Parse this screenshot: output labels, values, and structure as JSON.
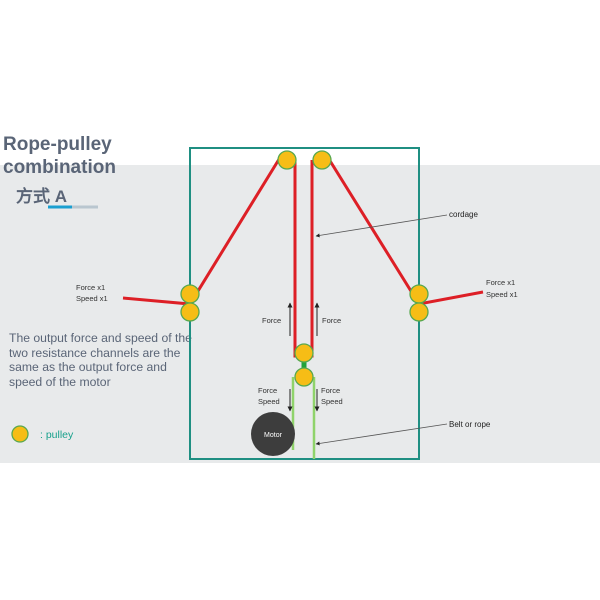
{
  "title_line1": "Rope-pulley",
  "title_line2": "combination",
  "subtitle": "方式 A",
  "description": "The output force and speed of the two resistance channels are the same as the output force and speed of the motor",
  "legend": {
    "label": ": pulley",
    "icon": "pulley-icon"
  },
  "labels": {
    "left_force": "Force x1",
    "left_speed": "Speed x1",
    "right_force": "Force x1",
    "right_speed": "Speed x1",
    "force_left": "Force",
    "force_right": "Force",
    "lower_force_left": "Force",
    "lower_speed_left": "Speed",
    "lower_force_right": "Force",
    "lower_speed_right": "Speed",
    "motor": "Motor",
    "cordage": "cordage",
    "belt": "Belt or rope"
  },
  "colors": {
    "frame": "#1f8f82",
    "rope": "#dd1f26",
    "pulley_fill": "#f6bd16",
    "pulley_stroke": "#58a84f",
    "belt": "#8fd36b",
    "motor": "#3d3d3d",
    "text": "#5a6577",
    "accent": "#1a9fd0"
  }
}
